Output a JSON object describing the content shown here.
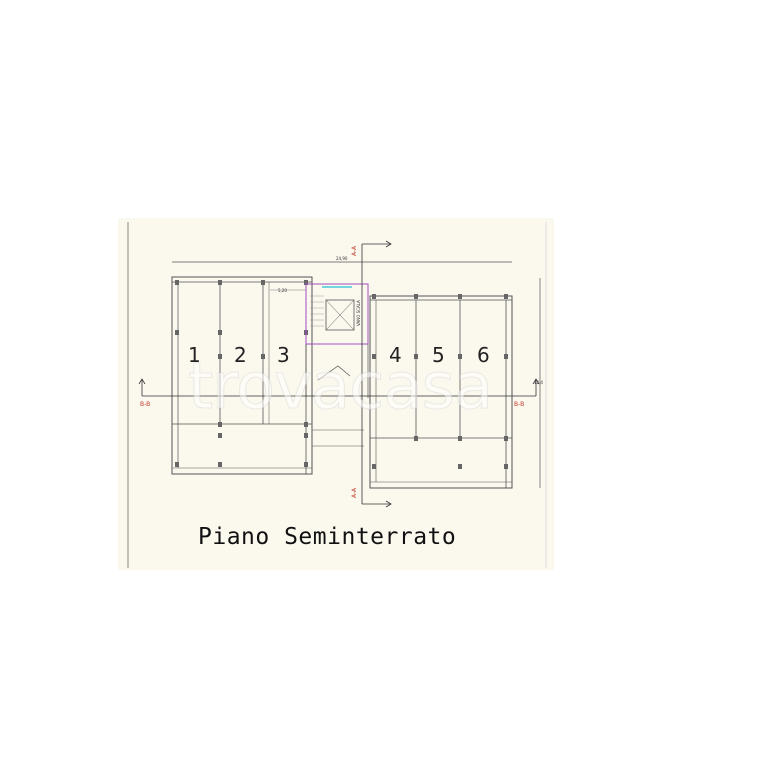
{
  "colors": {
    "sheet": "#fbf8ee",
    "lines": "#555555",
    "section_marks": "#c0392b",
    "stair_outline": "#a050c0",
    "accent_cyan": "#44c8d8"
  },
  "plan": {
    "rooms": [
      "1",
      "2",
      "3",
      "4",
      "5",
      "6"
    ],
    "section_aa": "A-A",
    "section_bb": "B-B",
    "dim_overall": "24,90",
    "dim_top": "5,20",
    "dim_right": "12,4",
    "stair_note": "VANO SCALA"
  },
  "caption": "Piano Seminterrato",
  "watermark": "trovacasa"
}
